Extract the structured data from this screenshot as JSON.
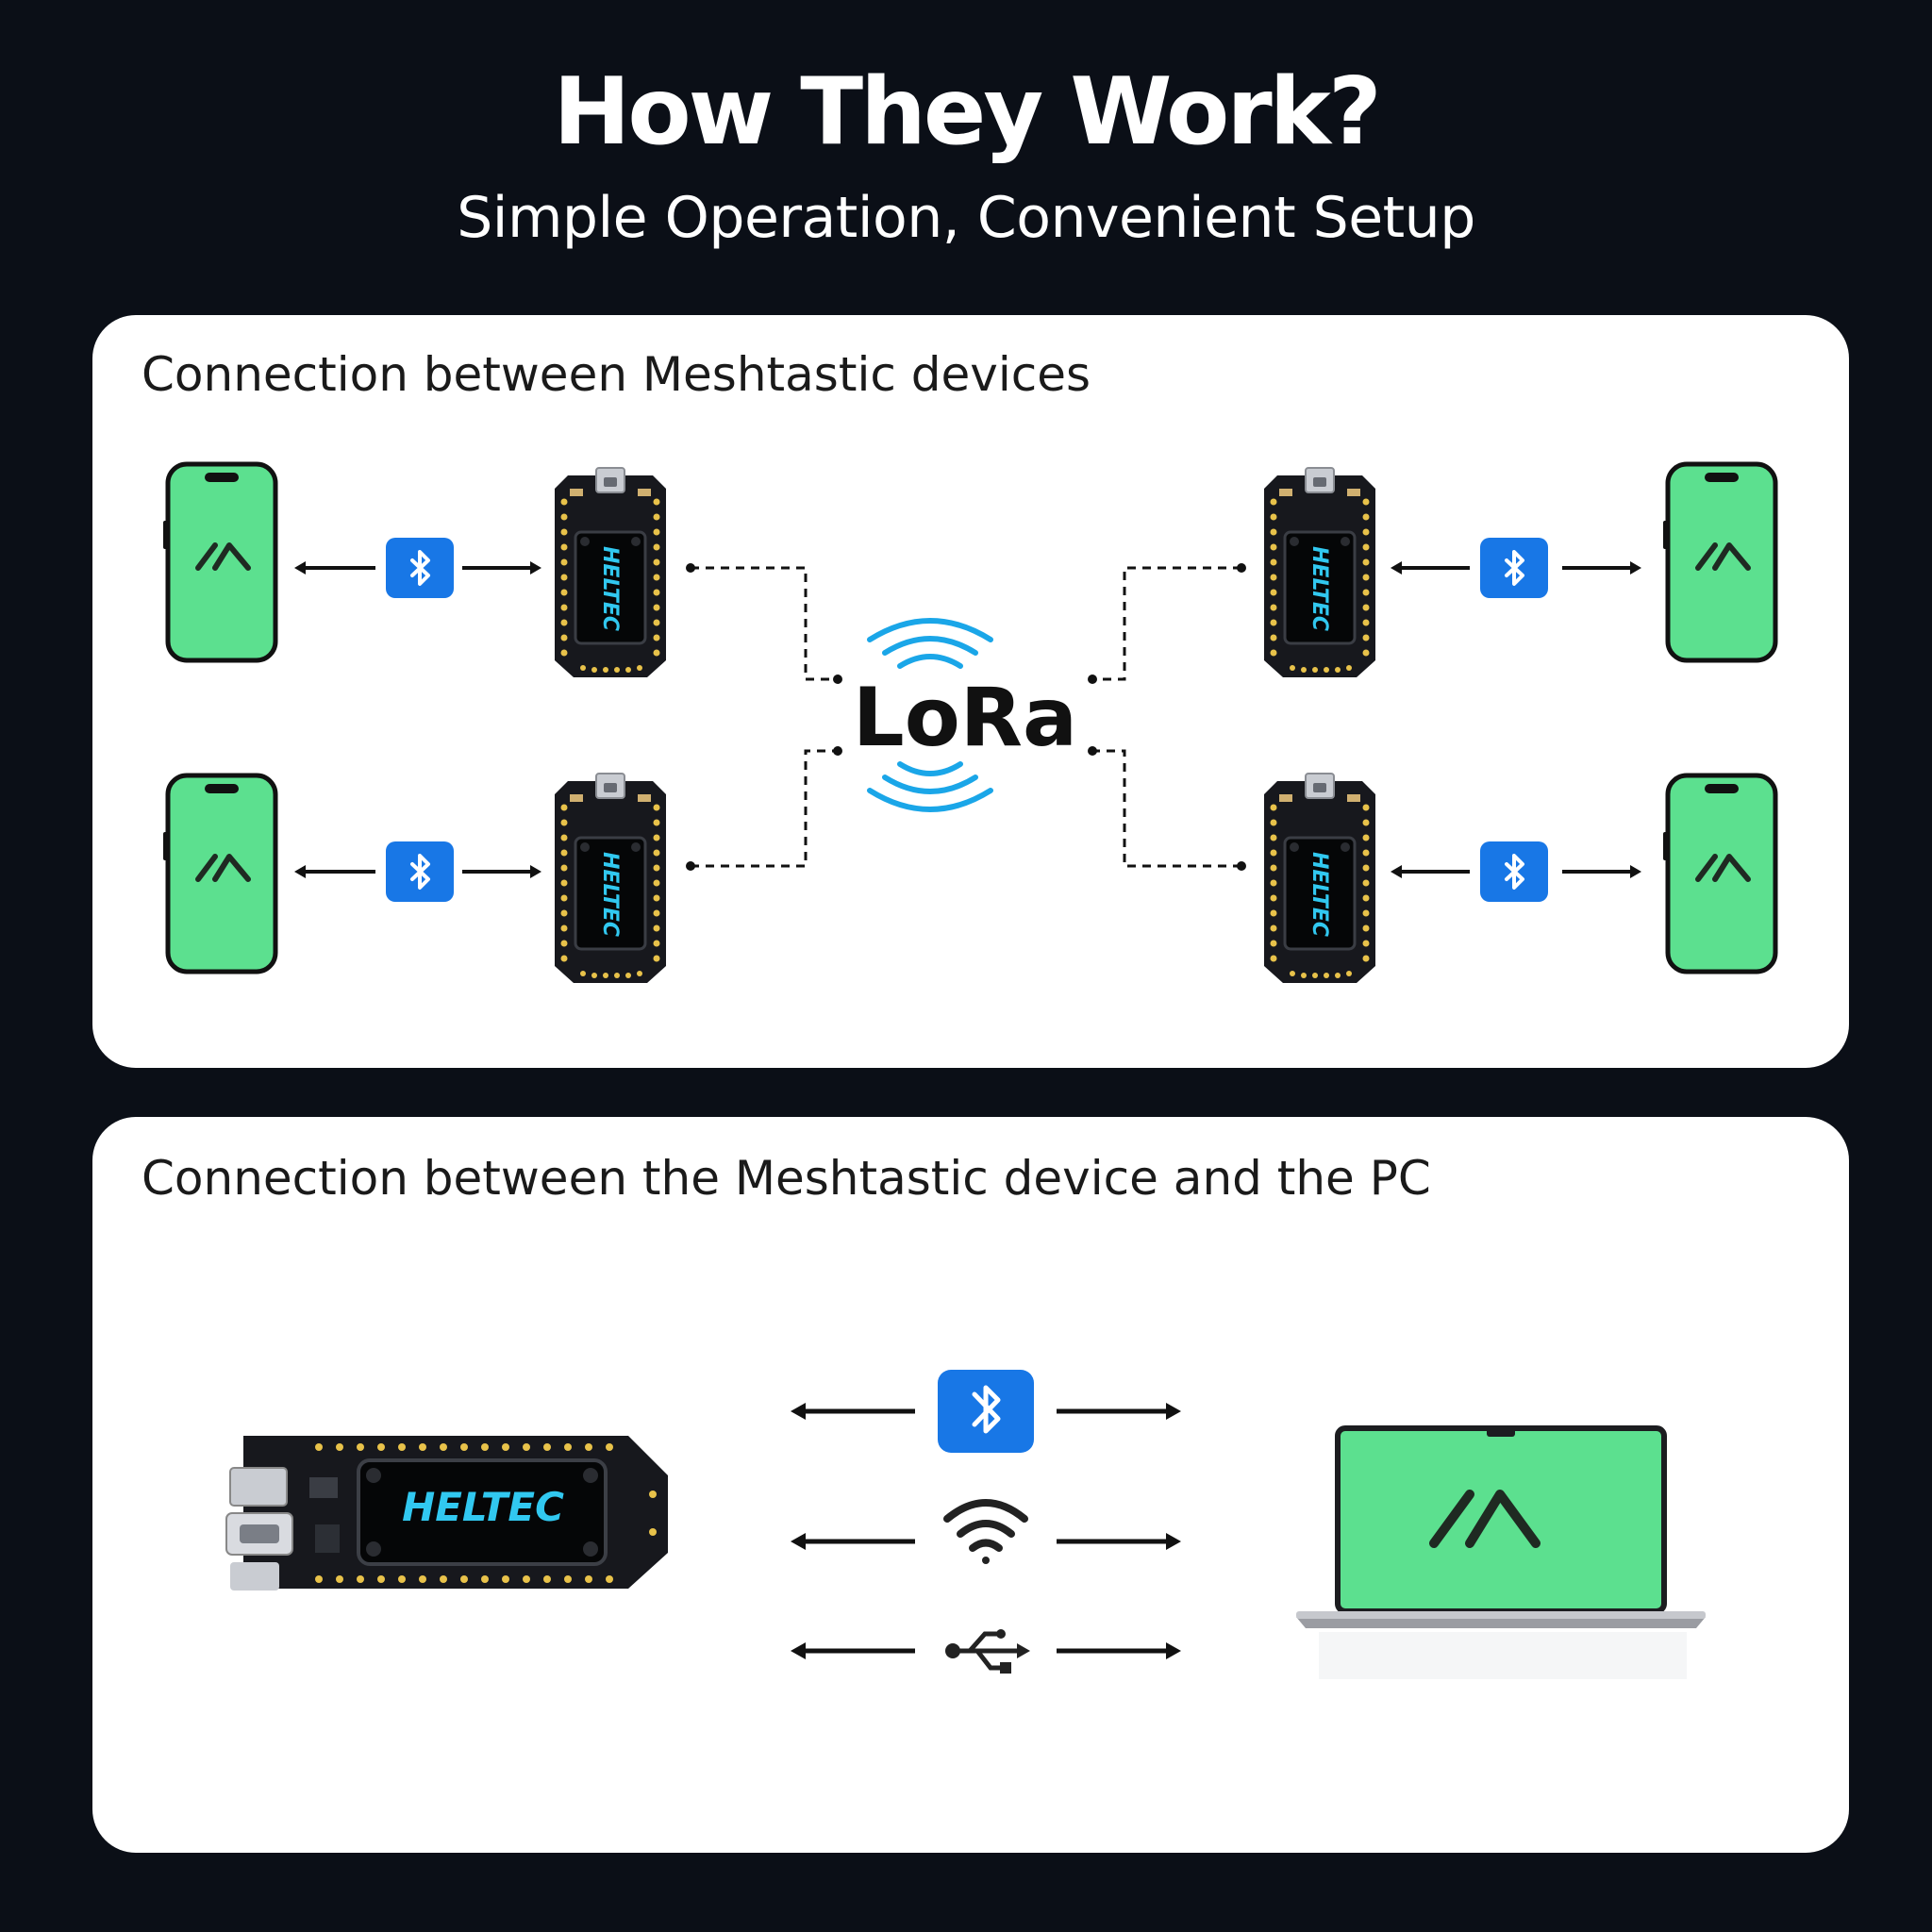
{
  "header": {
    "title": "How They Work?",
    "subtitle": "Simple Operation, Convenient Setup"
  },
  "panels": [
    {
      "label": "Connection between Meshtastic devices",
      "center_label": "LoRa",
      "device_brand": "HELTEC"
    },
    {
      "label": "Connection between the Meshtastic device and the PC",
      "device_brand": "HELTEC",
      "connections": [
        "bluetooth-icon",
        "wifi-icon",
        "usb-icon"
      ]
    }
  ],
  "colors": {
    "background": "#0b0f17",
    "panel": "#ffffff",
    "screen_green": "#5ce08f",
    "bluetooth_blue": "#1877e6",
    "lora_blue": "#1aa6e8",
    "oled_text": "#31c8f0"
  }
}
